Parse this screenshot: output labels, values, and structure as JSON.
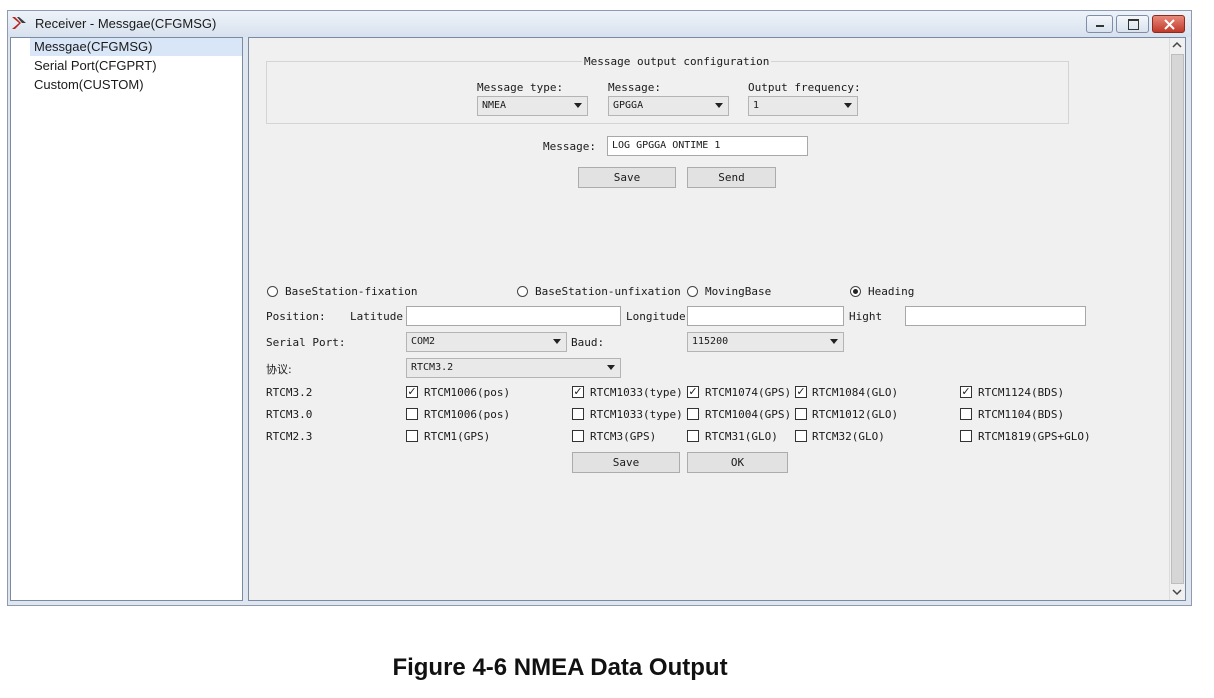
{
  "window": {
    "title": "Receiver - Messgae(CFGMSG)"
  },
  "sidebar": {
    "items": [
      {
        "label": "Messgae(CFGMSG)"
      },
      {
        "label": "Serial Port(CFGPRT)"
      },
      {
        "label": "Custom(CUSTOM)"
      }
    ]
  },
  "msg_config": {
    "group_title": "Message output configuration",
    "type_label": "Message type:",
    "type_value": "NMEA",
    "message_label": "Message:",
    "message_value": "GPGGA",
    "freq_label": "Output frequency:",
    "freq_value": "1",
    "command_label": "Message:",
    "command_value": "LOG GPGGA ONTIME 1",
    "save_label": "Save",
    "send_label": "Send"
  },
  "base": {
    "radios": [
      {
        "label": "BaseStation-fixation",
        "checked": false
      },
      {
        "label": "BaseStation-unfixation",
        "checked": false
      },
      {
        "label": "MovingBase",
        "checked": false
      },
      {
        "label": "Heading",
        "checked": true
      }
    ],
    "position_label": "Position:",
    "latitude_label": "Latitude",
    "longitude_label": "Longitude",
    "hight_label": "Hight",
    "latitude_value": "",
    "longitude_value": "",
    "hight_value": "",
    "serial_label": "Serial Port:",
    "serial_value": "COM2",
    "baud_label": "Baud:",
    "baud_value": "115200",
    "protocol_label": "协议:",
    "protocol_value": "RTCM3.2",
    "rows": [
      {
        "label": "RTCM3.2",
        "items": [
          {
            "label": "RTCM1006(pos)",
            "checked": true
          },
          {
            "label": "RTCM1033(type)",
            "checked": true
          },
          {
            "label": "RTCM1074(GPS)",
            "checked": true
          },
          {
            "label": "RTCM1084(GLO)",
            "checked": true
          },
          {
            "label": "RTCM1124(BDS)",
            "checked": true
          }
        ]
      },
      {
        "label": "RTCM3.0",
        "items": [
          {
            "label": "RTCM1006(pos)",
            "checked": false
          },
          {
            "label": "RTCM1033(type)",
            "checked": false
          },
          {
            "label": "RTCM1004(GPS)",
            "checked": false
          },
          {
            "label": "RTCM1012(GLO)",
            "checked": false
          },
          {
            "label": "RTCM1104(BDS)",
            "checked": false
          }
        ]
      },
      {
        "label": "RTCM2.3",
        "items": [
          {
            "label": "RTCM1(GPS)",
            "checked": false
          },
          {
            "label": "RTCM3(GPS)",
            "checked": false
          },
          {
            "label": "RTCM31(GLO)",
            "checked": false
          },
          {
            "label": "RTCM32(GLO)",
            "checked": false
          },
          {
            "label": "RTCM1819(GPS+GLO)",
            "checked": false
          }
        ]
      }
    ],
    "save_label": "Save",
    "ok_label": "OK"
  },
  "caption": "Figure 4-6 NMEA Data Output"
}
